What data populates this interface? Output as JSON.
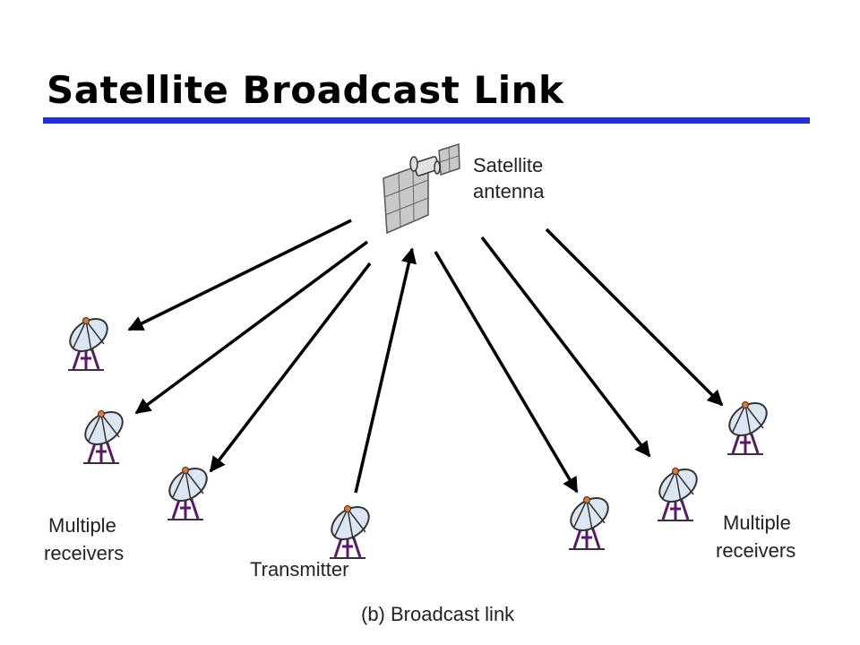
{
  "slide": {
    "title": "Satellite Broadcast Link",
    "accent_color": "#1f2fe0"
  },
  "diagram": {
    "satellite_label_line1": "Satellite",
    "satellite_label_line2": "antenna",
    "transmitter_label": "Transmitter",
    "receivers_left_line1": "Multiple",
    "receivers_left_line2": "receivers",
    "receivers_right_line1": "Multiple",
    "receivers_right_line2": "receivers",
    "caption": "(b) Broadcast link",
    "icons": [
      "satellite-icon",
      "dish-antenna-icon"
    ]
  }
}
